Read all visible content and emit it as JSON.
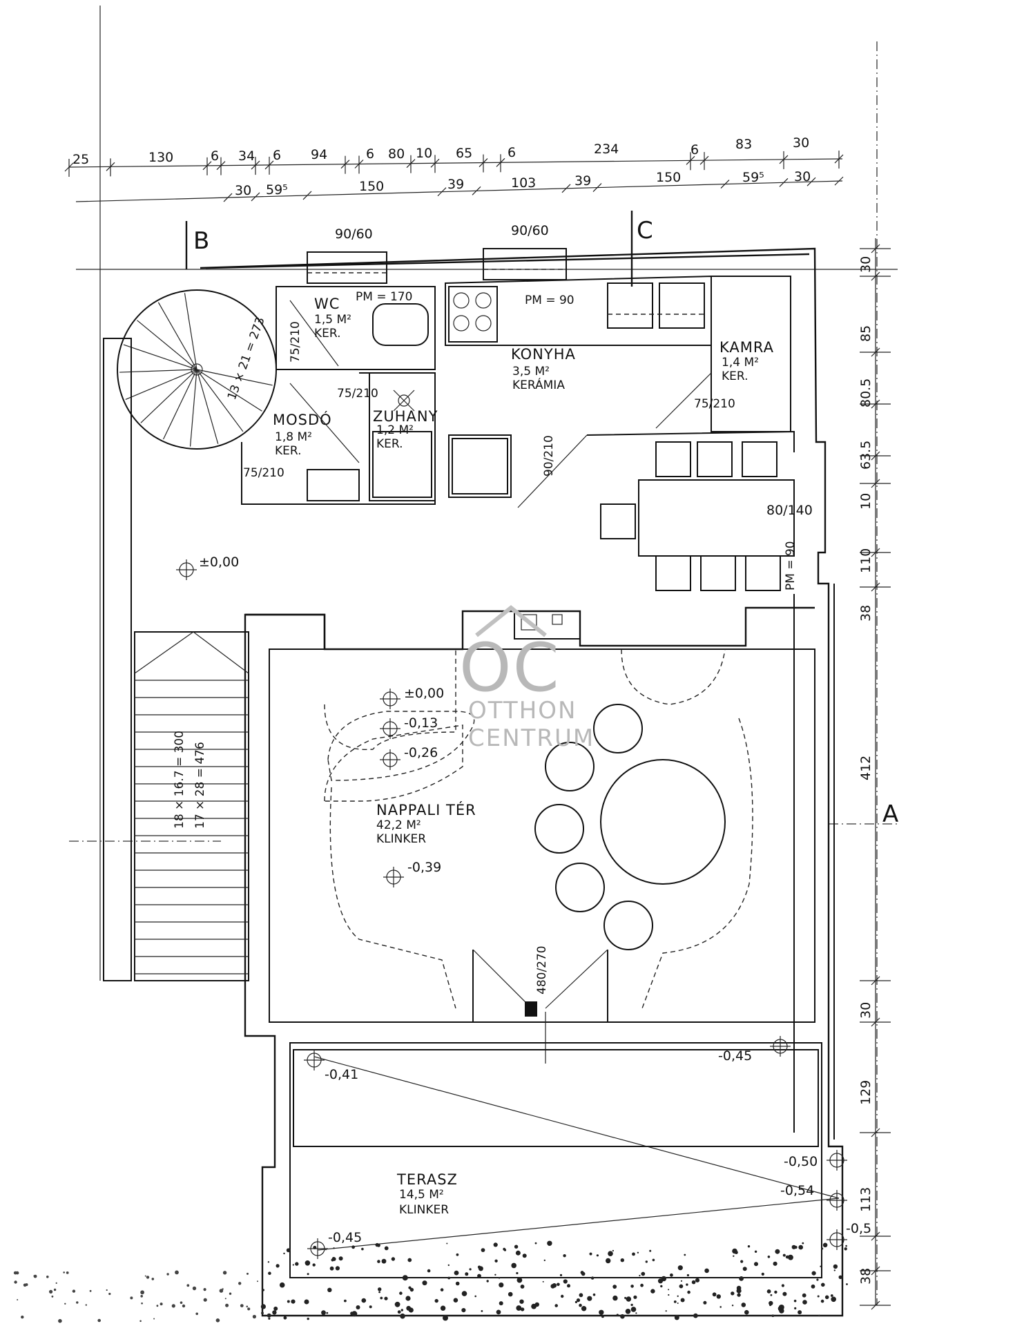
{
  "dimensions": {
    "top_row": [
      "25",
      "130",
      "6",
      "34",
      "6",
      "94",
      "6",
      "80",
      "10",
      "65",
      "6",
      "234",
      "6",
      "83",
      "30"
    ],
    "second_row": [
      "30",
      "59⁵",
      "150",
      "39",
      "103",
      "39",
      "150",
      "59⁵",
      "30"
    ],
    "right_column": [
      "30",
      "85",
      "80.5",
      "63.5",
      "10",
      "110",
      "38",
      "412",
      "30",
      "129",
      "113",
      "38"
    ]
  },
  "section_markers": {
    "b": "B",
    "c": "C",
    "a": "A"
  },
  "window_labels": {
    "w1": "90/60",
    "w2": "90/60",
    "w_terrace": "480/270",
    "w_dining": "80/140"
  },
  "rooms": {
    "wc": {
      "name": "WC",
      "area": "1,5 M²",
      "floor": "KER.",
      "parapet": "PM = 170"
    },
    "konyha": {
      "name": "KONYHA",
      "area": "3,5 M²",
      "floor": "KERÁMIA",
      "parapet": "PM = 90"
    },
    "kamra": {
      "name": "KAMRA",
      "area": "1,4 M²",
      "floor": "KER."
    },
    "mosdo": {
      "name": "MOSDÓ",
      "area": "1,8 M²",
      "floor": "KER."
    },
    "zuhany": {
      "name": "ZUHANY",
      "area": "1,2 M²",
      "floor": "KER."
    },
    "nappali": {
      "name": "NAPPALI TÉR",
      "area": "42,2 M²",
      "floor": "KLINKER"
    },
    "terasz": {
      "name": "TERASZ",
      "area": "14,5 M²",
      "floor": "KLINKER"
    }
  },
  "doors": {
    "wc": "75/210",
    "zuhany": "75/210",
    "mosdo": "75/210",
    "kamra": "75/210",
    "konyha": "90/210",
    "dining_pm": "PM = 90"
  },
  "levels": {
    "entry": "±0,00",
    "stair1": "±0,00",
    "stair2": "-0,13",
    "stair3": "-0,26",
    "nappali": "-0,39",
    "terrace_tl": "-0,41",
    "terrace_tr": "-0,45",
    "terrace_r1": "-0,50",
    "terrace_r2": "-0,54",
    "terrace_r3": "-0,5",
    "terrace_bl": "-0,45"
  },
  "stairs": {
    "straight_1": "18 × 16.7 = 300",
    "straight_2": "17 × 28 = 476",
    "spiral": "13 × 21 = 273"
  },
  "watermark": {
    "logo": "OC",
    "line1": "OTTHON",
    "line2": "CENTRUM"
  }
}
